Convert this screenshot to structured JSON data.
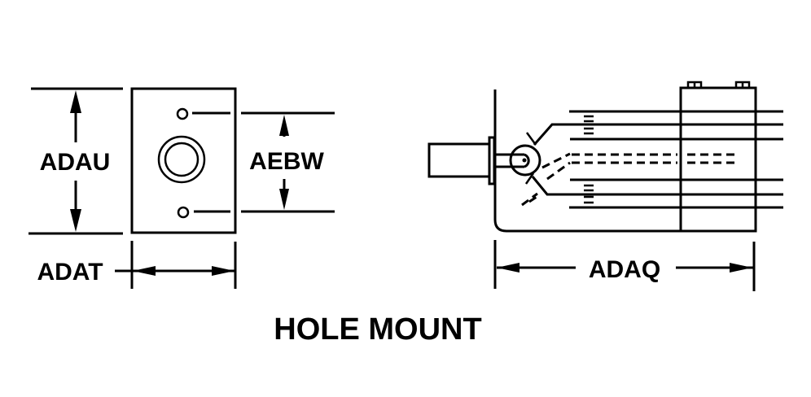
{
  "diagram": {
    "title": "HOLE MOUNT",
    "views": {
      "front": {
        "dimensions": {
          "height": "ADAU",
          "hole_spacing": "AEBW",
          "width": "ADAT"
        }
      },
      "side": {
        "dimensions": {
          "length": "ADAQ"
        }
      }
    },
    "colors": {
      "ink": "#000000",
      "background": "#ffffff"
    }
  }
}
